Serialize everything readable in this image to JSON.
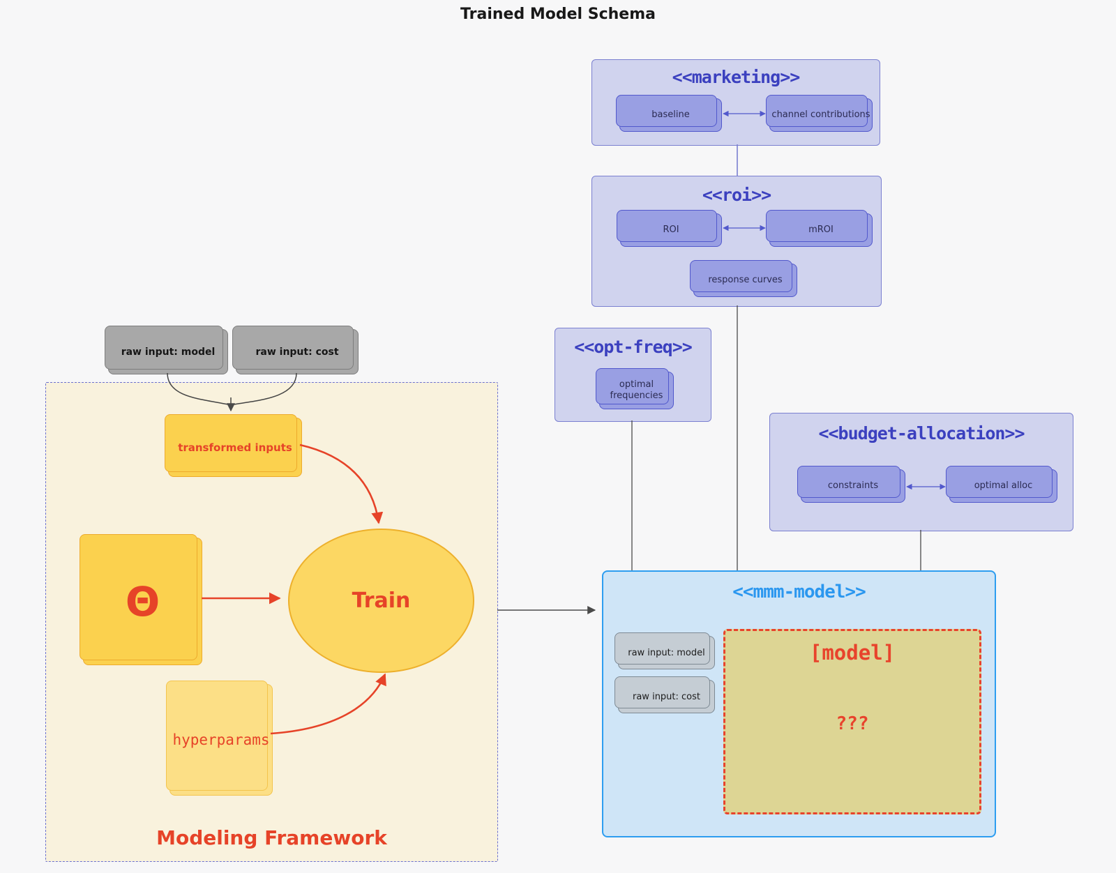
{
  "page": {
    "title": "Trained Model Schema"
  },
  "external_inputs": {
    "model": "raw input: model",
    "cost": "raw input: cost"
  },
  "clusters": {
    "marketing": {
      "stereotype": "<<marketing>>",
      "baseline": "baseline",
      "channel_contributions": "channel contributions"
    },
    "roi": {
      "stereotype": "<<roi>>",
      "roi": "ROI",
      "mroi": "mROI",
      "response_curves": "response curves"
    },
    "opt_freq": {
      "stereotype": "<<opt-freq>>",
      "optimal_frequencies": "optimal frequencies"
    },
    "budget_allocation": {
      "stereotype": "<<budget-allocation>>",
      "constraints": "constraints",
      "optimal_alloc": "optimal alloc"
    },
    "mmm_model": {
      "stereotype": "<<mmm-model>>",
      "raw_input_model": "raw input: model",
      "raw_input_cost": "raw input: cost",
      "model_slot": "[model]",
      "model_unknown": "???"
    },
    "modeling_framework": {
      "label": "Modeling Framework",
      "transformed_inputs": "transformed inputs",
      "theta": "Θ",
      "train": "Train",
      "hyperparams": "hyperparams"
    }
  },
  "colors": {
    "canvas_bg": "#f7f7f8",
    "cluster_bg": "#d0d3ee",
    "cluster_border": "#7a7fd0",
    "cluster_title": "#3b40bf",
    "node_purple_bg": "#999fe3",
    "node_purple_border": "#5158cc",
    "mmm_bg": "#cfe5f7",
    "mmm_border": "#2d9df0",
    "mmm_title": "#2b97ef",
    "gray_node_ext_bg": "#a8a8a8",
    "gray_node_int_bg": "#c5cdd4",
    "framework_bg": "#f9f2dd",
    "framework_border": "#6a6fd0",
    "gold_bg": "#fbd14e",
    "gold_light_bg": "#fcdf86",
    "train_bg": "#fcd763",
    "model_slot_bg": "#ddd594",
    "accent_red": "#e64328",
    "connector_dark": "#4a4a4a"
  }
}
